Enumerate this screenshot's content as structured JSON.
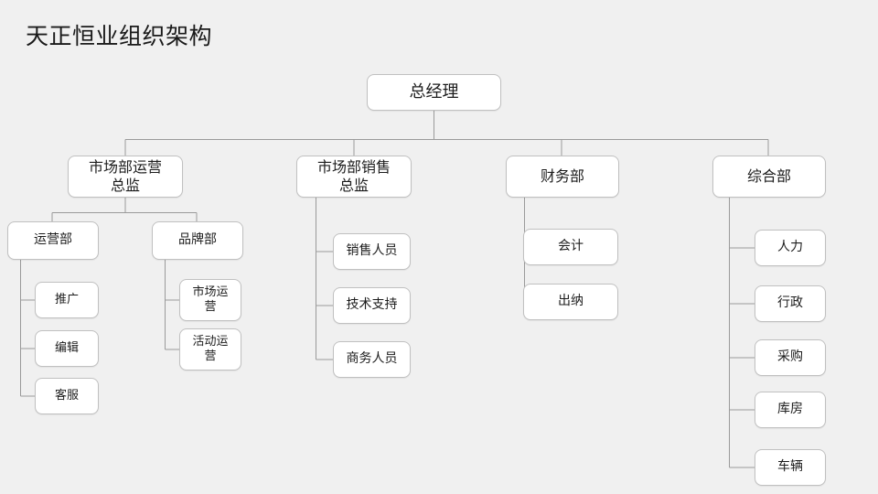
{
  "page": {
    "title": "天正恒业组织架构",
    "background_color": "#f0f0f0",
    "node_fill_color": "#ffffff",
    "node_border_color": "#c0c0c0",
    "connector_color": "#9a9a9a",
    "text_color": "#1c1c1c"
  },
  "chart_data": {
    "type": "diagram",
    "diagram_type": "organization-chart",
    "title": "天正恒业组织架构",
    "orientation": "top-down-then-left-spine",
    "nodes": [
      {
        "id": "n0",
        "label": "总经理",
        "level": 1,
        "parent": null
      },
      {
        "id": "n1",
        "label": "市场部运营\n总监",
        "level": 2,
        "parent": "n0"
      },
      {
        "id": "n2",
        "label": "市场部销售\n总监",
        "level": 2,
        "parent": "n0"
      },
      {
        "id": "n3",
        "label": "财务部",
        "level": 2,
        "parent": "n0"
      },
      {
        "id": "n4",
        "label": "综合部",
        "level": 2,
        "parent": "n0"
      },
      {
        "id": "n5",
        "label": "运营部",
        "level": 3,
        "parent": "n1"
      },
      {
        "id": "n6",
        "label": "品牌部",
        "level": 3,
        "parent": "n1"
      },
      {
        "id": "n7",
        "label": "推广",
        "level": 4,
        "parent": "n5"
      },
      {
        "id": "n8",
        "label": "编辑",
        "level": 4,
        "parent": "n5"
      },
      {
        "id": "n9",
        "label": "客服",
        "level": 4,
        "parent": "n5"
      },
      {
        "id": "n10",
        "label": "市场运\n营",
        "level": 4,
        "parent": "n6"
      },
      {
        "id": "n11",
        "label": "活动运\n营",
        "level": 4,
        "parent": "n6"
      },
      {
        "id": "n12",
        "label": "销售人员",
        "level": 3,
        "parent": "n2"
      },
      {
        "id": "n13",
        "label": "技术支持",
        "level": 3,
        "parent": "n2"
      },
      {
        "id": "n14",
        "label": "商务人员",
        "level": 3,
        "parent": "n2"
      },
      {
        "id": "n15",
        "label": "会计",
        "level": 3,
        "parent": "n3"
      },
      {
        "id": "n16",
        "label": "出纳",
        "level": 3,
        "parent": "n3"
      },
      {
        "id": "n17",
        "label": "人力",
        "level": 3,
        "parent": "n4"
      },
      {
        "id": "n18",
        "label": "行政",
        "level": 3,
        "parent": "n4"
      },
      {
        "id": "n19",
        "label": "采购",
        "level": 3,
        "parent": "n4"
      },
      {
        "id": "n20",
        "label": "库房",
        "level": 3,
        "parent": "n4"
      },
      {
        "id": "n21",
        "label": "车辆",
        "level": 3,
        "parent": "n4"
      }
    ]
  }
}
